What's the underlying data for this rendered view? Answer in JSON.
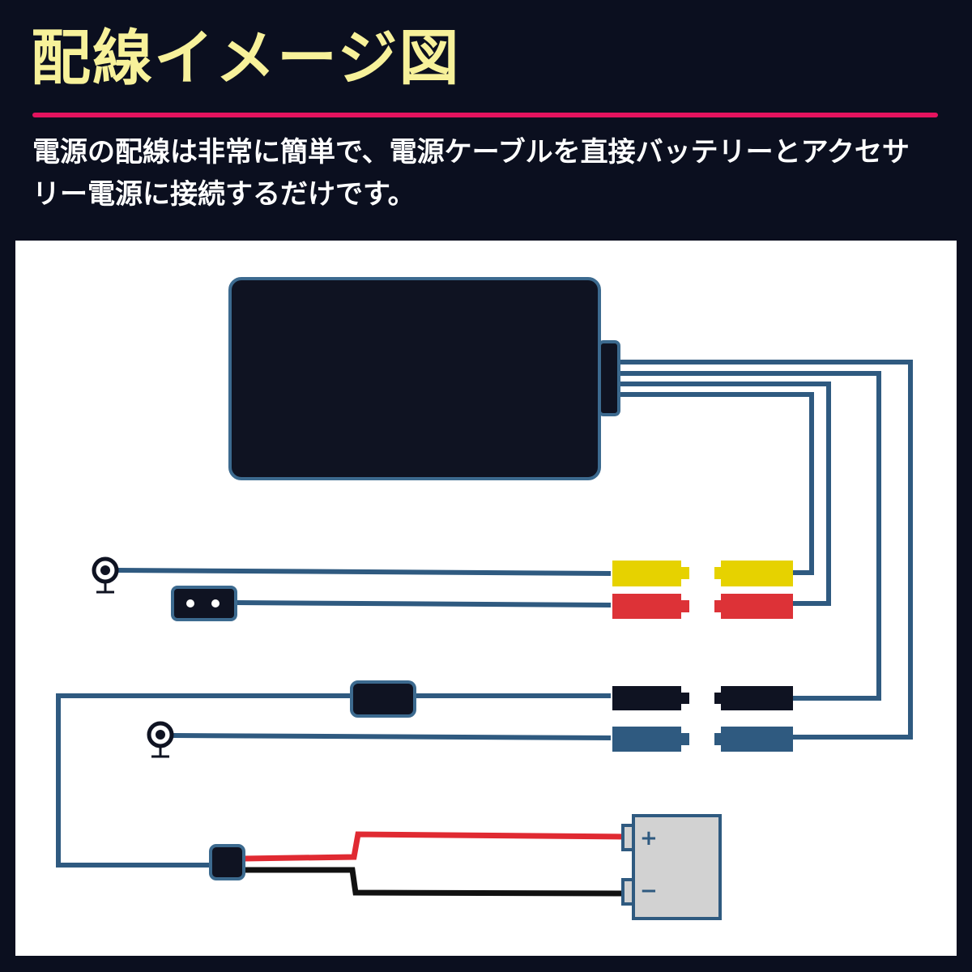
{
  "title": "配線イメージ図",
  "description": {
    "line1": "電源の配線は非常に簡単で、電源ケーブルを直接バッテリーとアクセサ",
    "line2": "リー電源に接続するだけです。"
  },
  "battery": {
    "plus_symbol": "+",
    "minus_symbol": "−"
  },
  "colors": {
    "background": "#0b0f1f",
    "title": "#f7f19a",
    "accent_rule": "#e4135e",
    "wire": "#2f5a80",
    "device": "#0f1322",
    "connector_yellow": "#e6d200",
    "connector_red": "#dd3237",
    "connector_black": "#0f1322",
    "connector_blue": "#2f5a80",
    "battery_body": "#d2d2d2",
    "battery_positive_lead": "#e02a32",
    "battery_negative_lead": "#111111"
  }
}
